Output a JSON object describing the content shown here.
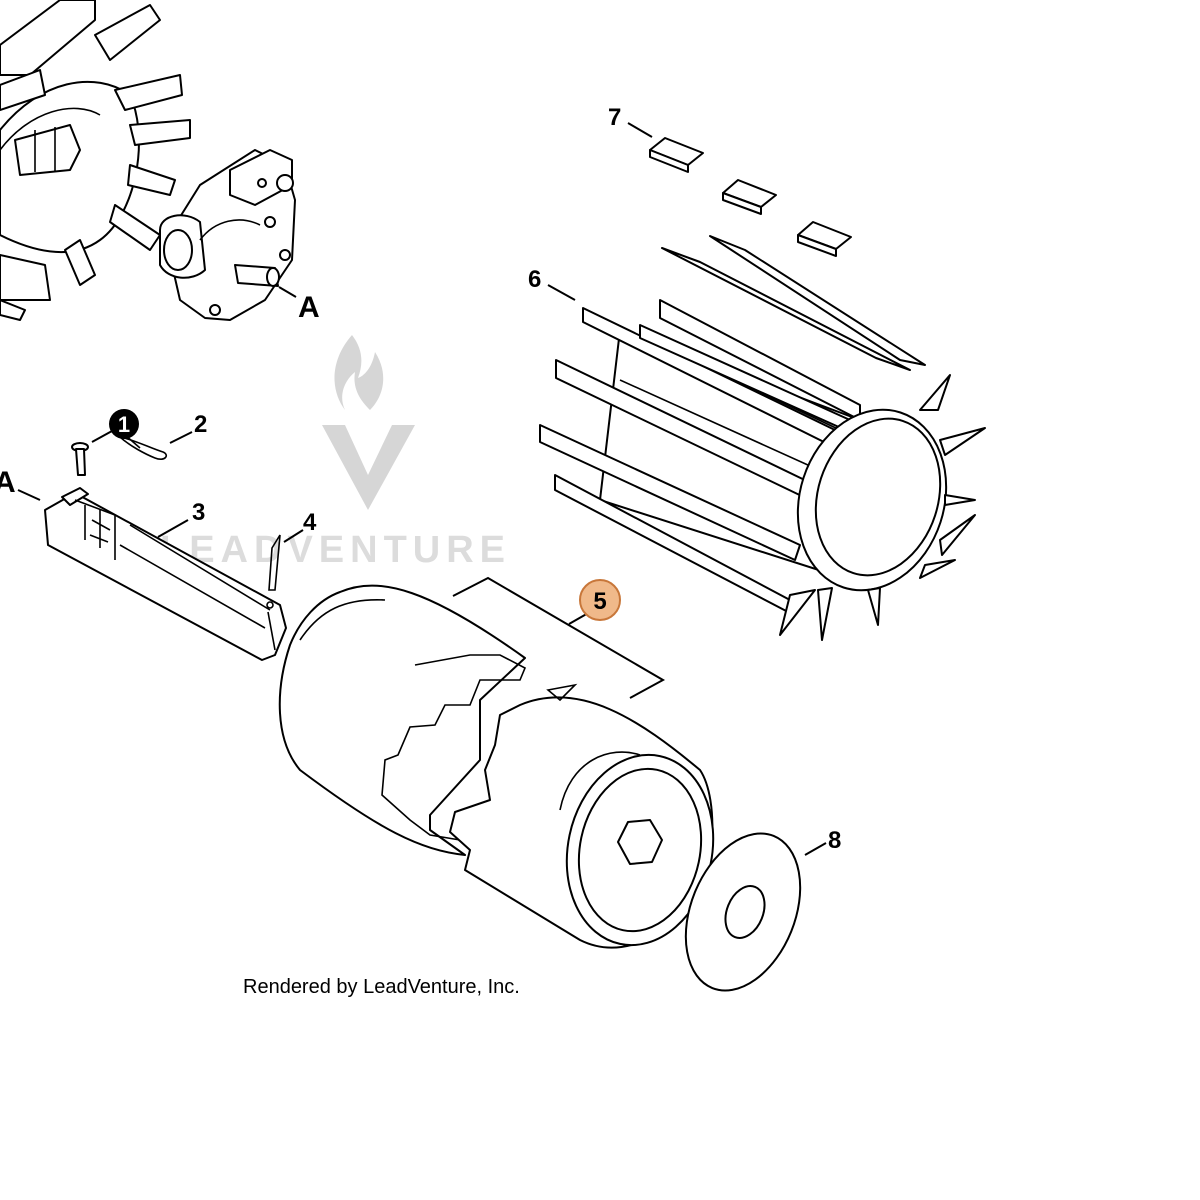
{
  "watermark": {
    "text": "LEADVENTURE"
  },
  "credit": "Rendered by LeadVenture, Inc.",
  "callouts": [
    {
      "id": "1",
      "label": "1",
      "style": "filled-black"
    },
    {
      "id": "2",
      "label": "2",
      "style": "plain"
    },
    {
      "id": "3",
      "label": "3",
      "style": "plain"
    },
    {
      "id": "4",
      "label": "4",
      "style": "plain"
    },
    {
      "id": "5",
      "label": "5",
      "style": "highlighted",
      "highlight_color": "#f0b98a",
      "highlight_stroke": "#c8773a"
    },
    {
      "id": "6",
      "label": "6",
      "style": "plain"
    },
    {
      "id": "7",
      "label": "7",
      "style": "plain"
    },
    {
      "id": "8",
      "label": "8",
      "style": "plain"
    }
  ],
  "refs": {
    "a_right": "A",
    "a_left": "A"
  }
}
